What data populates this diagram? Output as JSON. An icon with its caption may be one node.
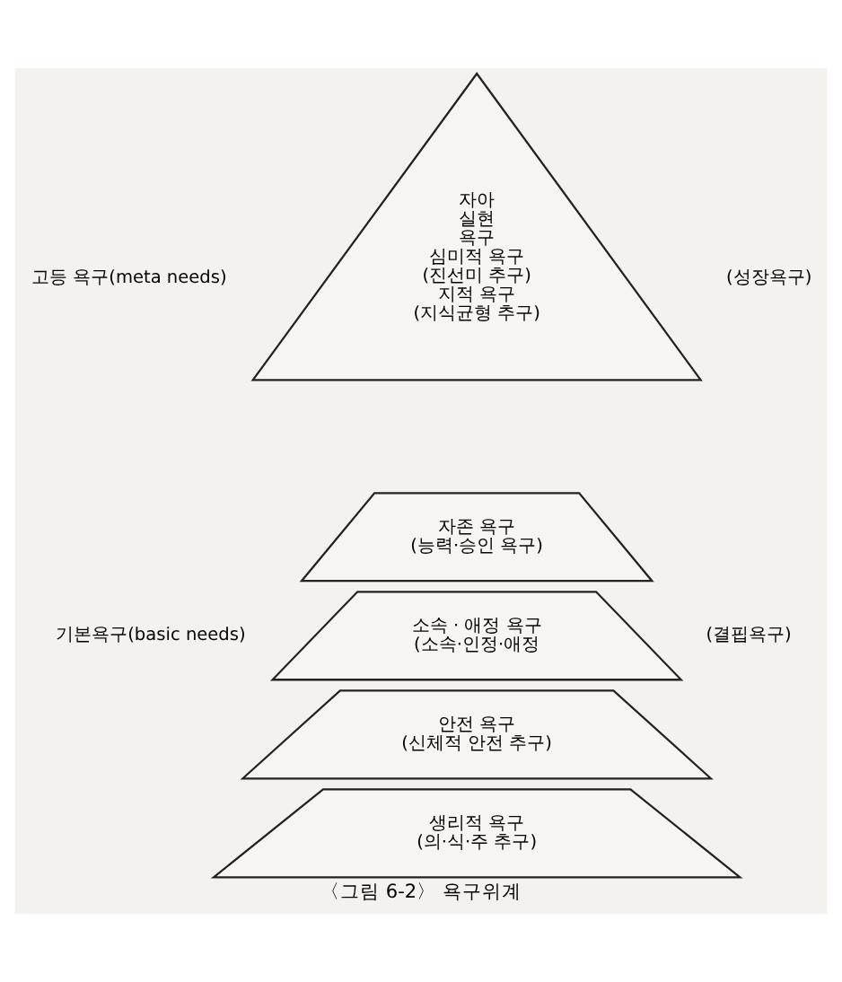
{
  "diagram": {
    "caption": "〈그림 6-2〉 욕구위계",
    "nodes": [
      {
        "text": [
          "자아 실현 욕구",
          "심미적 욕구 (진선미 추구)",
          "지적 욕구 (지식균형 추구)"
        ],
        "beside": [
          "고등 욕구(meta needs)",
          "(성장욕구)"
        ]
      },
      {
        "text": [
          "자존 욕구 (능력·승인 욕구)"
        ]
      },
      {
        "text": [
          "소속 · 애정 욕구 (소속·인정·애정"
        ]
      },
      {
        "text": [
          "안전 욕구 (신체적 안전 추구)"
        ]
      },
      {
        "text": [
          "생리적 욕구 (의·식·주 추구)"
        ]
      }
    ],
    "edges": [],
    "labels": [
      "기본욕구(basic needs)",
      "(결핍욕구)"
    ]
  }
}
